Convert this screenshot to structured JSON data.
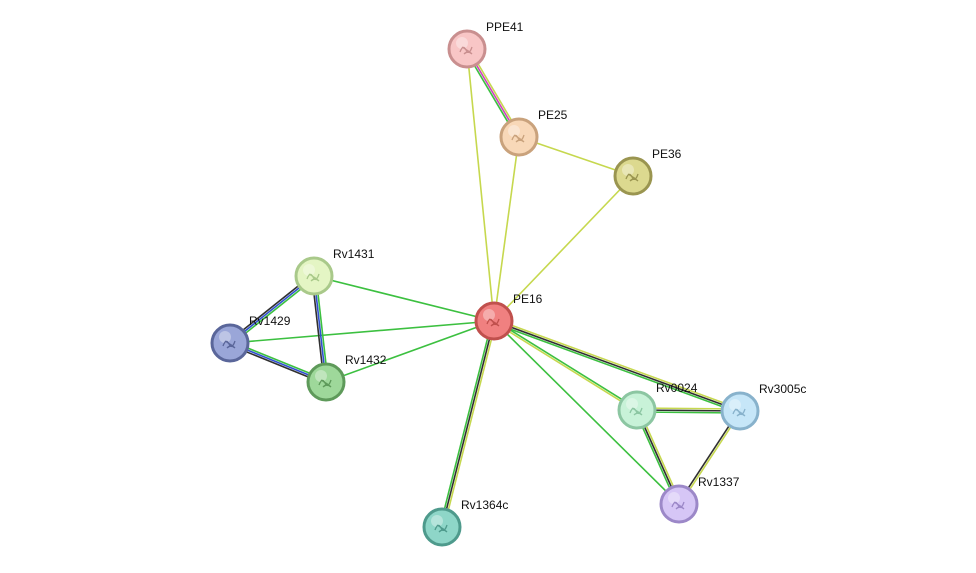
{
  "network": {
    "nodes": [
      {
        "id": "PE16",
        "label": "PE16",
        "fill": "#f08080",
        "stroke": "#c0504d",
        "icon": "protein-structure-icon"
      },
      {
        "id": "PPE41",
        "label": "PPE41",
        "fill": "#f8c6c6",
        "stroke": "#c98f8f",
        "icon": "protein-structure-icon"
      },
      {
        "id": "PE25",
        "label": "PE25",
        "fill": "#f8d8b8",
        "stroke": "#c9a27c",
        "icon": "protein-structure-icon"
      },
      {
        "id": "PE36",
        "label": "PE36",
        "fill": "#dcd98f",
        "stroke": "#9a9550",
        "icon": "protein-structure-icon"
      },
      {
        "id": "Rv1431",
        "label": "Rv1431",
        "fill": "#e4f5c4",
        "stroke": "#a9c98a",
        "icon": "protein-structure-icon"
      },
      {
        "id": "Rv1429",
        "label": "Rv1429",
        "fill": "#9aa6d8",
        "stroke": "#5a669a",
        "icon": "protein-structure-icon"
      },
      {
        "id": "Rv1432",
        "label": "Rv1432",
        "fill": "#9ed89a",
        "stroke": "#5e9a5a",
        "icon": "protein-structure-icon"
      },
      {
        "id": "Rv0024",
        "label": "Rv0024",
        "fill": "#c8f2d8",
        "stroke": "#8cc6a2",
        "icon": "protein-structure-icon"
      },
      {
        "id": "Rv3005c",
        "label": "Rv3005c",
        "fill": "#c6e6f8",
        "stroke": "#88b2cc",
        "icon": "protein-structure-icon"
      },
      {
        "id": "Rv1337",
        "label": "Rv1337",
        "fill": "#d6c6f6",
        "stroke": "#9c88c8",
        "icon": "protein-structure-icon"
      },
      {
        "id": "Rv1364c",
        "label": "Rv1364c",
        "fill": "#8ed6c8",
        "stroke": "#4e9a8c",
        "icon": "protein-structure-icon"
      }
    ],
    "edges": [
      {
        "source": "PPE41",
        "target": "PE25",
        "colors": [
          "#c6d84e",
          "#d040c0",
          "#3cc040"
        ]
      },
      {
        "source": "PPE41",
        "target": "PE16",
        "colors": [
          "#c6d84e"
        ]
      },
      {
        "source": "PE25",
        "target": "PE16",
        "colors": [
          "#c6d84e"
        ]
      },
      {
        "source": "PE25",
        "target": "PE36",
        "colors": [
          "#c6d84e"
        ]
      },
      {
        "source": "PE36",
        "target": "PE16",
        "colors": [
          "#c6d84e"
        ]
      },
      {
        "source": "Rv1431",
        "target": "PE16",
        "colors": [
          "#3cc040"
        ]
      },
      {
        "source": "Rv1429",
        "target": "PE16",
        "colors": [
          "#3cc040"
        ]
      },
      {
        "source": "Rv1432",
        "target": "PE16",
        "colors": [
          "#3cc040"
        ]
      },
      {
        "source": "Rv1431",
        "target": "Rv1429",
        "colors": [
          "#3cc040",
          "#3050d0",
          "#303030"
        ]
      },
      {
        "source": "Rv1431",
        "target": "Rv1432",
        "colors": [
          "#3cc040",
          "#3050d0",
          "#303030"
        ]
      },
      {
        "source": "Rv1429",
        "target": "Rv1432",
        "colors": [
          "#3cc040",
          "#3050d0",
          "#303030"
        ]
      },
      {
        "source": "PE16",
        "target": "Rv1364c",
        "colors": [
          "#c6d84e",
          "#303030",
          "#3cc040"
        ]
      },
      {
        "source": "PE16",
        "target": "Rv0024",
        "colors": [
          "#3cc040",
          "#c6d84e"
        ]
      },
      {
        "source": "PE16",
        "target": "Rv3005c",
        "colors": [
          "#c6d84e",
          "#303030",
          "#3cc040"
        ]
      },
      {
        "source": "PE16",
        "target": "Rv1337",
        "colors": [
          "#3cc040"
        ]
      },
      {
        "source": "Rv0024",
        "target": "Rv3005c",
        "colors": [
          "#c6d84e",
          "#303030",
          "#3cc040"
        ]
      },
      {
        "source": "Rv0024",
        "target": "Rv1337",
        "colors": [
          "#c6d84e",
          "#303030",
          "#3cc040"
        ]
      },
      {
        "source": "Rv3005c",
        "target": "Rv1337",
        "colors": [
          "#c6d84e",
          "#303030"
        ]
      }
    ]
  }
}
